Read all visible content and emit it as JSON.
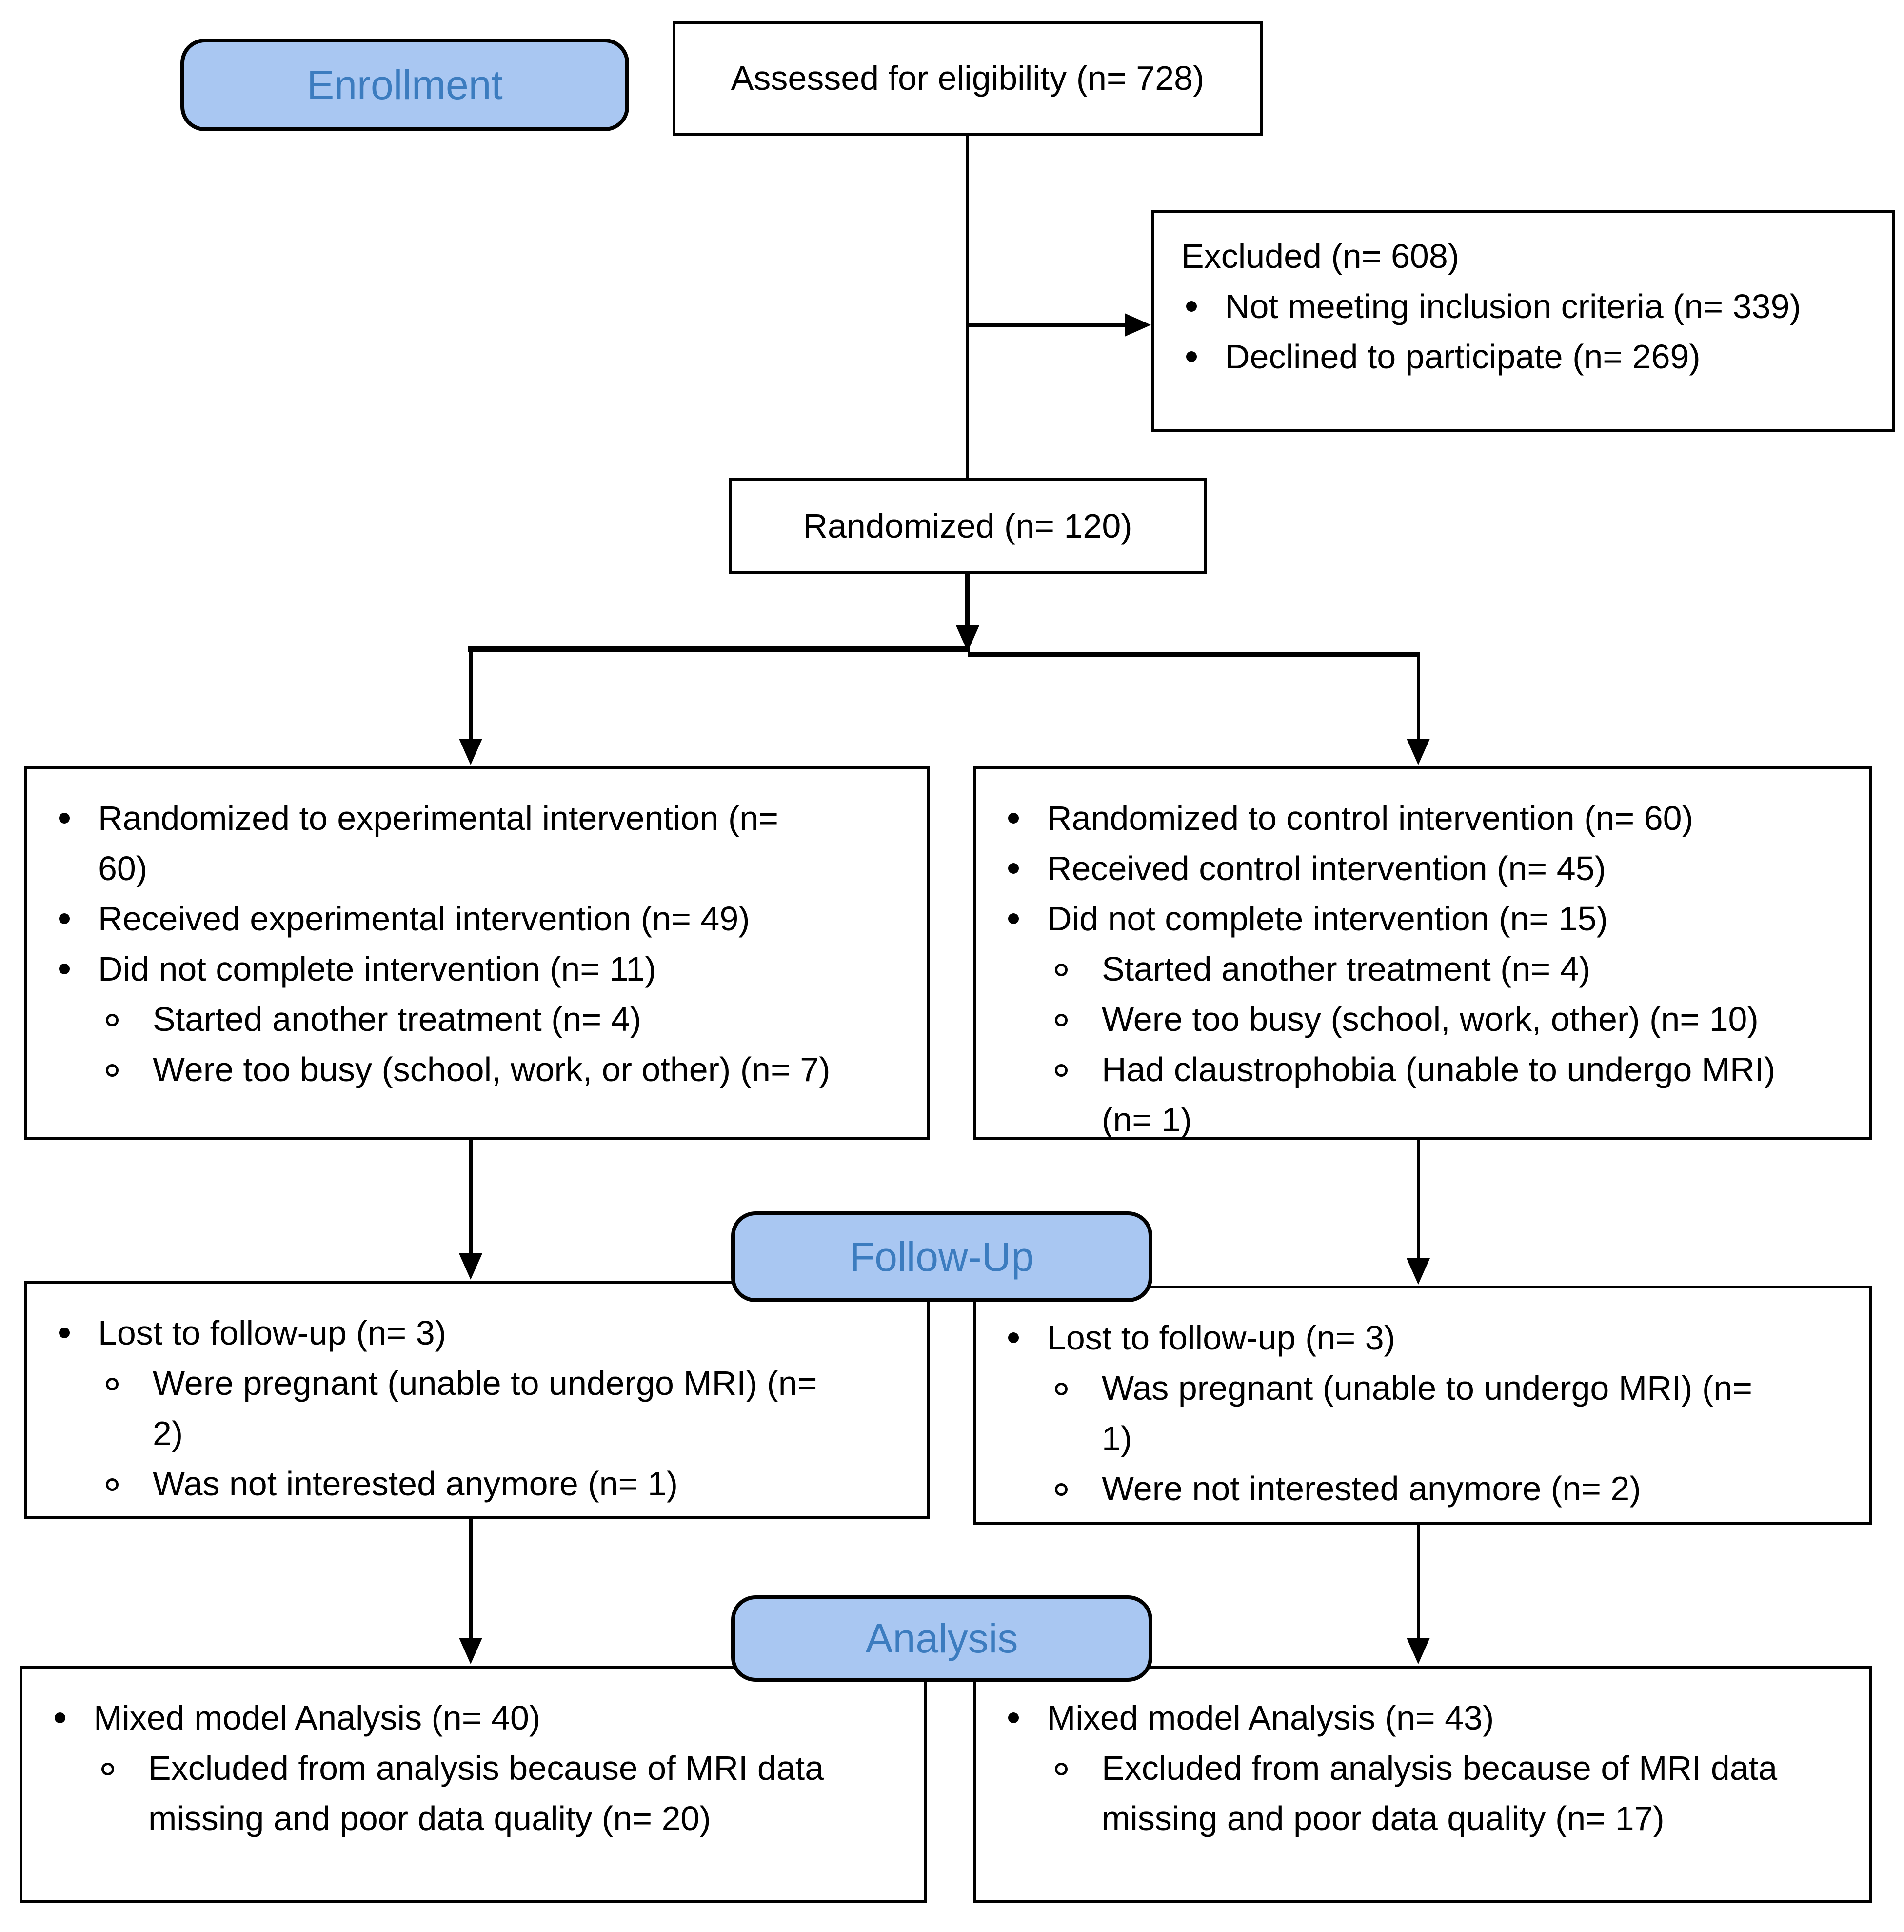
{
  "stages": {
    "enrollment": "Enrollment",
    "followup": "Follow-Up",
    "analysis": "Analysis"
  },
  "colors": {
    "stage_fill": "#A9C7F2",
    "stage_text": "#3C7CBF",
    "box_border": "#000000",
    "box_background": "#FFFFFF"
  },
  "boxes": {
    "assessed": {
      "text": "Assessed for eligibility (n= 728)"
    },
    "randomized": {
      "text": "Randomized (n= 120)"
    },
    "excluded": {
      "lines": [
        {
          "level": "heading",
          "text": "Excluded (n= 608)"
        },
        {
          "level": "bullet",
          "text": "Not meeting inclusion criteria (n= 339)"
        },
        {
          "level": "bullet",
          "text": "Declined to participate (n= 269)"
        }
      ]
    },
    "experimental_arm": {
      "lines": [
        {
          "level": "bullet",
          "text": "Randomized to experimental intervention (n="
        },
        {
          "level": "cont",
          "text": "60)"
        },
        {
          "level": "bullet",
          "text": "Received experimental intervention (n= 49)"
        },
        {
          "level": "bullet",
          "text": "Did not complete intervention (n= 11)"
        },
        {
          "level": "sub",
          "text": "Started another treatment (n= 4)"
        },
        {
          "level": "sub",
          "text": "Were too busy (school, work, or other) (n= 7)"
        }
      ]
    },
    "control_arm": {
      "lines": [
        {
          "level": "bullet",
          "text": "Randomized to control intervention (n= 60)"
        },
        {
          "level": "bullet",
          "text": "Received control intervention (n= 45)"
        },
        {
          "level": "bullet",
          "text": "Did not complete intervention (n= 15)"
        },
        {
          "level": "sub",
          "text": "Started another treatment (n= 4)"
        },
        {
          "level": "sub",
          "text": "Were too busy (school, work, other) (n= 10)"
        },
        {
          "level": "sub",
          "text": "Had claustrophobia (unable to undergo MRI)"
        },
        {
          "level": "contsub",
          "text": "(n= 1)"
        }
      ]
    },
    "experimental_followup": {
      "lines": [
        {
          "level": "bullet",
          "text": "Lost to follow-up (n= 3)"
        },
        {
          "level": "sub",
          "text": "Were pregnant (unable to undergo MRI) (n="
        },
        {
          "level": "contsub",
          "text": "2)"
        },
        {
          "level": "sub",
          "text": "Was not interested anymore (n= 1)"
        }
      ]
    },
    "control_followup": {
      "lines": [
        {
          "level": "bullet",
          "text": "Lost to follow-up (n= 3)"
        },
        {
          "level": "sub",
          "text": "Was pregnant (unable to undergo MRI) (n="
        },
        {
          "level": "contsub",
          "text": "1)"
        },
        {
          "level": "sub",
          "text": "Were not interested anymore (n= 2)"
        }
      ]
    },
    "experimental_analysis": {
      "lines": [
        {
          "level": "bullet",
          "text": "Mixed model Analysis (n= 40)"
        },
        {
          "level": "sub",
          "text": "Excluded from analysis because of MRI data"
        },
        {
          "level": "contsub",
          "text": "missing and poor data quality (n= 20)"
        }
      ]
    },
    "control_analysis": {
      "lines": [
        {
          "level": "bullet",
          "text": "Mixed model Analysis (n= 43)"
        },
        {
          "level": "sub",
          "text": "Excluded from analysis because of MRI data"
        },
        {
          "level": "contsub",
          "text": "missing and poor data quality (n= 17)"
        }
      ]
    }
  }
}
